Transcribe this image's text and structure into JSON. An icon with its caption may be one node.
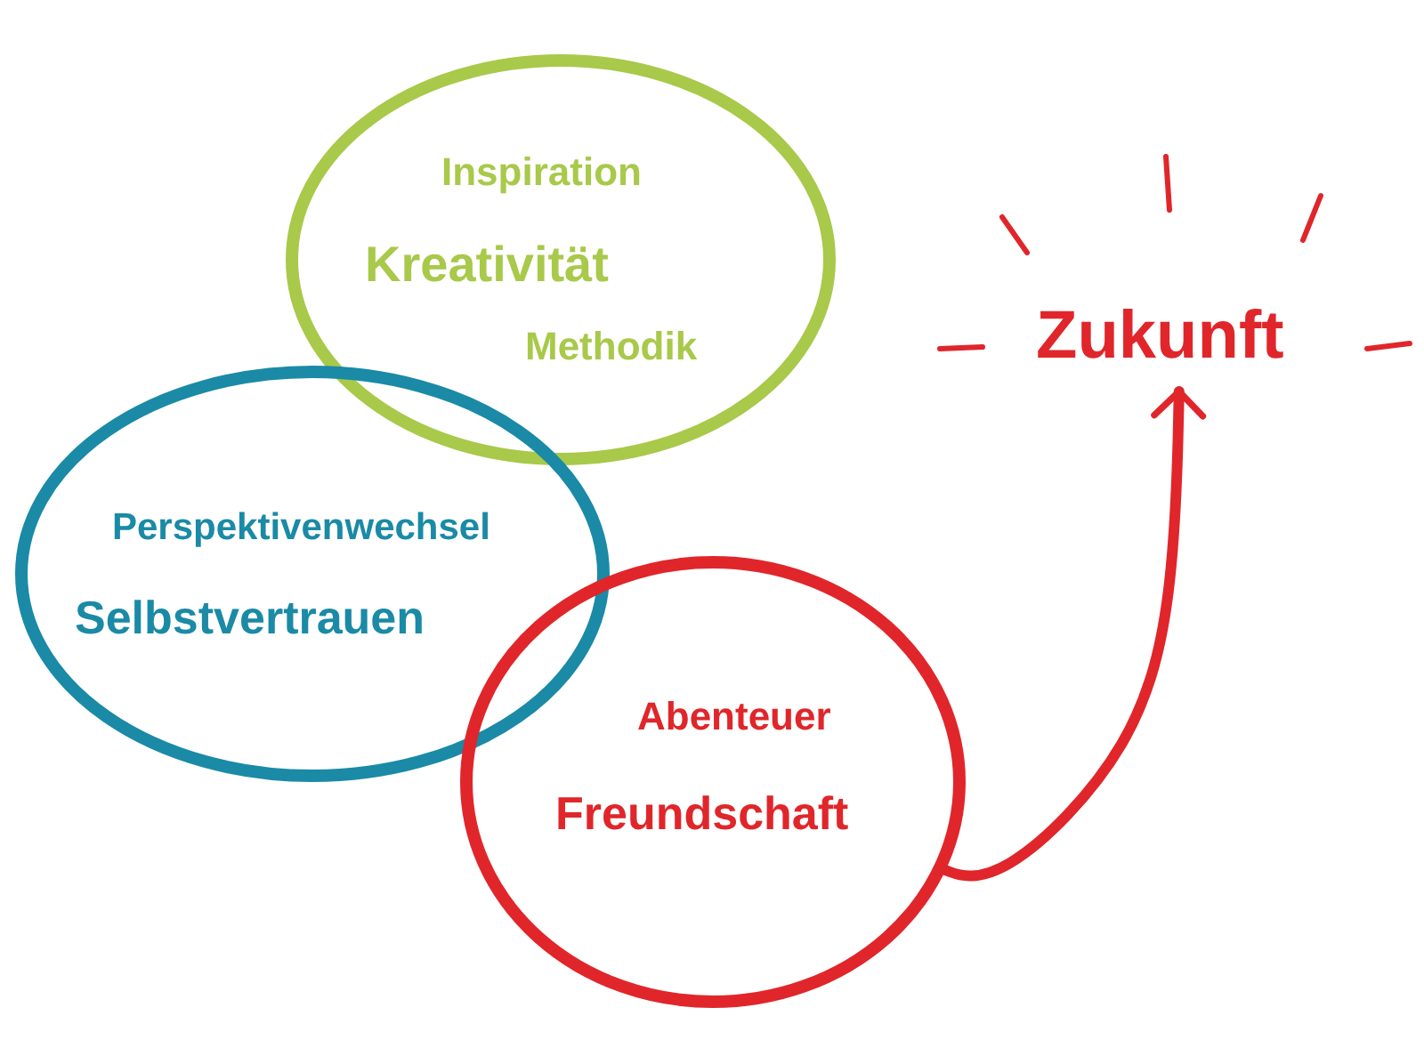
{
  "diagram": {
    "nodes": [
      {
        "text": [
          "Inspiration",
          "Kreativität",
          "Methodik"
        ]
      },
      {
        "text": [
          "Perspektivenwechsel",
          "Selbstvertrauen"
        ]
      },
      {
        "text": [
          "Abenteuer",
          "Freundschaft"
        ]
      },
      {
        "text": [
          "Zukunft"
        ]
      }
    ],
    "edges": [
      {
        "from": 2,
        "to": 3,
        "arrow": "to",
        "color": "#e0262a"
      }
    ]
  }
}
